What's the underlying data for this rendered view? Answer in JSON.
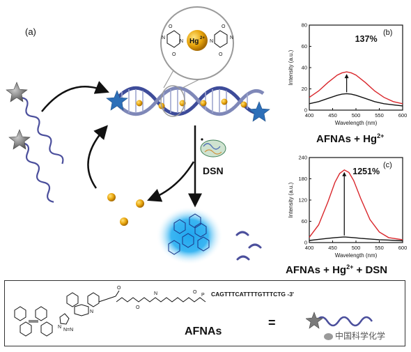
{
  "panel_a": {
    "label": "(a)",
    "ion": "Hg",
    "ion_charge": "2+",
    "enzyme": "DSN"
  },
  "chart_data": [
    {
      "type": "line",
      "panel": "(b)",
      "title": "AFNAs + Hg",
      "title_sup": "2+",
      "annotation": "137%",
      "xlabel": "Wavelength (nm)",
      "ylabel": "Intensity (a.u.)",
      "xlim": [
        400,
        600
      ],
      "ylim": [
        0,
        80
      ],
      "xticks": [
        400,
        450,
        500,
        550,
        600
      ],
      "yticks": [
        0,
        20,
        40,
        60,
        80
      ],
      "x": [
        400,
        420,
        440,
        460,
        470,
        480,
        490,
        500,
        520,
        540,
        560,
        580,
        600
      ],
      "series": [
        {
          "color": "#d9262b",
          "values": [
            12,
            18,
            26,
            33,
            35,
            36,
            35,
            33,
            26,
            18,
            12,
            8,
            6
          ]
        },
        {
          "color": "#111111",
          "values": [
            6,
            8,
            11,
            14,
            15,
            15.5,
            15,
            14,
            11,
            8,
            6,
            5,
            4
          ]
        }
      ]
    },
    {
      "type": "line",
      "panel": "(c)",
      "title": "AFNAs + Hg",
      "title_sup": "2+",
      "title_suffix": "+ DSN",
      "annotation": "1251%",
      "xlabel": "Wavelength (nm)",
      "ylabel": "Intensity (a.u.)",
      "xlim": [
        400,
        600
      ],
      "ylim": [
        0,
        240
      ],
      "xticks": [
        400,
        450,
        500,
        550,
        600
      ],
      "yticks": [
        0,
        60,
        120,
        180,
        240
      ],
      "x": [
        400,
        420,
        440,
        455,
        465,
        475,
        485,
        495,
        510,
        530,
        550,
        570,
        600
      ],
      "series": [
        {
          "color": "#d9262b",
          "values": [
            15,
            50,
            115,
            170,
            195,
            205,
            198,
            175,
            125,
            65,
            30,
            14,
            8
          ]
        },
        {
          "color": "#111111",
          "values": [
            6,
            9,
            12,
            14,
            15,
            16,
            15,
            14,
            12,
            10,
            8,
            7,
            5
          ]
        }
      ]
    }
  ],
  "bottom": {
    "sequence": "CAGTTTCATTTTGTTTCTG -3'",
    "equals": "=",
    "name": "AFNAs"
  },
  "watermark": "中国科学化学"
}
